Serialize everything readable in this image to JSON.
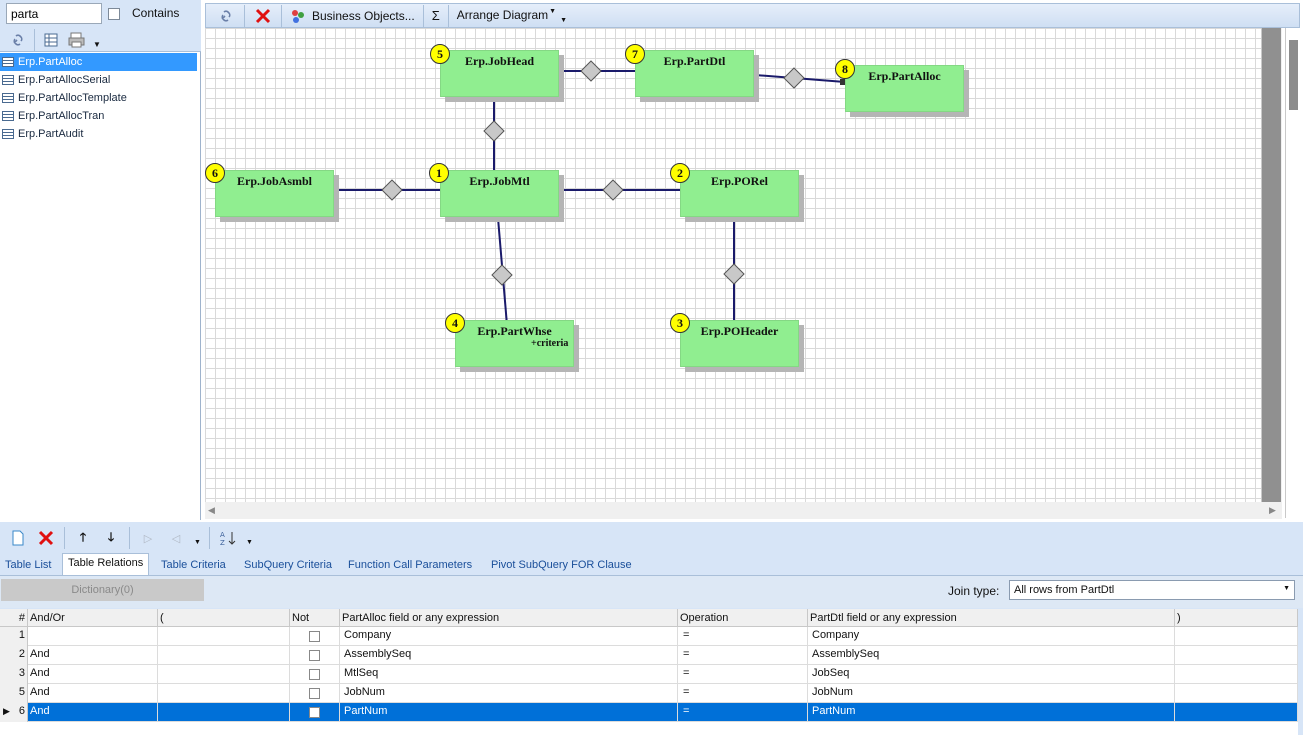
{
  "search": {
    "value": "parta",
    "contains_label": "Contains"
  },
  "table_list": [
    {
      "label": "Erp.PartAlloc",
      "selected": true
    },
    {
      "label": "Erp.PartAllocSerial"
    },
    {
      "label": "Erp.PartAllocTemplate"
    },
    {
      "label": "Erp.PartAllocTran"
    },
    {
      "label": "Erp.PartAudit"
    }
  ],
  "diagram_toolbar": {
    "business_objects_label": "Business Objects...",
    "sum_label": "Σ",
    "arrange_label": "Arrange Diagram"
  },
  "diagram": {
    "tables": [
      {
        "num": "5",
        "name": "Erp.JobHead"
      },
      {
        "num": "7",
        "name": "Erp.PartDtl"
      },
      {
        "num": "8",
        "name": "Erp.PartAlloc"
      },
      {
        "num": "6",
        "name": "Erp.JobAsmbl"
      },
      {
        "num": "1",
        "name": "Erp.JobMtl"
      },
      {
        "num": "2",
        "name": "Erp.PORel"
      },
      {
        "num": "4",
        "name": "Erp.PartWhse",
        "note": "+criteria"
      },
      {
        "num": "3",
        "name": "Erp.POHeader"
      }
    ]
  },
  "tabs": [
    {
      "label": "Table List"
    },
    {
      "label": "Table Relations",
      "active": true
    },
    {
      "label": "Table Criteria"
    },
    {
      "label": "SubQuery Criteria"
    },
    {
      "label": "Function Call Parameters"
    },
    {
      "label": "Pivot SubQuery FOR Clause"
    }
  ],
  "dictionary_label": "Dictionary(0)",
  "join": {
    "label": "Join type:",
    "value": "All rows from PartDtl"
  },
  "grid": {
    "columns": [
      "#",
      "And/Or",
      "(",
      "Not",
      "PartAlloc field or any expression",
      "Operation",
      "PartDtl field or any expression",
      ")"
    ],
    "rows": [
      {
        "num": "1",
        "andor": "",
        "left": "Company",
        "op": "=",
        "right": "Company"
      },
      {
        "num": "2",
        "andor": "And",
        "left": "AssemblySeq",
        "op": "=",
        "right": "AssemblySeq"
      },
      {
        "num": "3",
        "andor": "And",
        "left": "MtlSeq",
        "op": "=",
        "right": "JobSeq"
      },
      {
        "num": "5",
        "andor": "And",
        "left": "JobNum",
        "op": "=",
        "right": "JobNum"
      },
      {
        "num": "6",
        "andor": "And",
        "left": "PartNum",
        "op": "=",
        "right": "PartNum",
        "selected": true
      }
    ]
  },
  "colors": {
    "accent": "#3399ff",
    "table_box": "#90ee90",
    "badge": "#ffff00",
    "selected_row": "#0070d8"
  }
}
